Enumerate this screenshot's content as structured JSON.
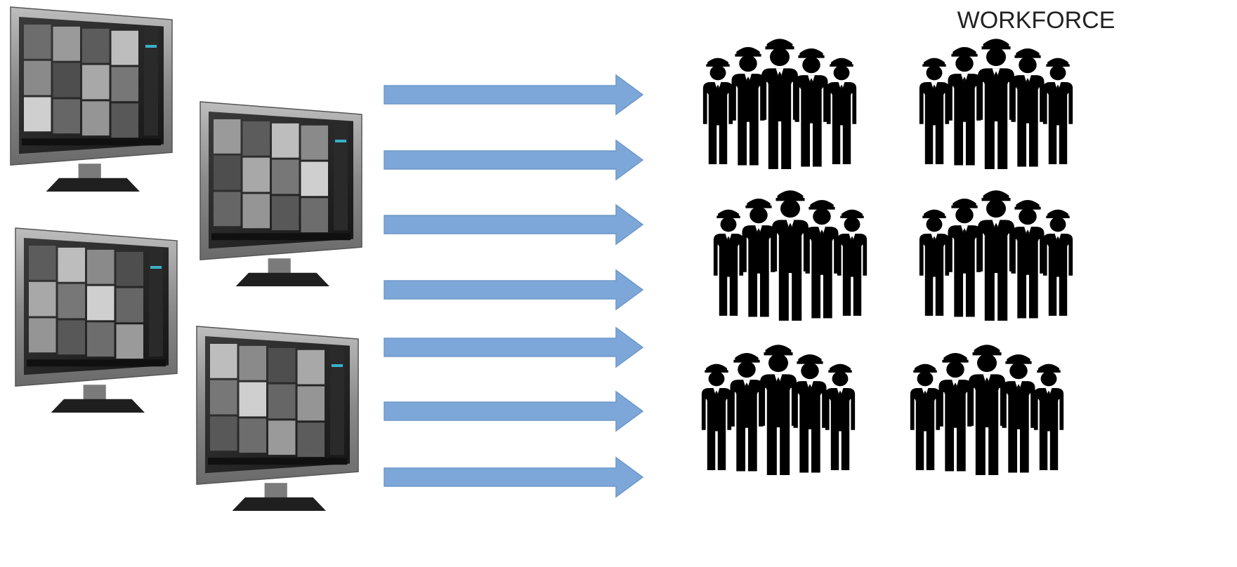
{
  "heading": "WORKFORCE",
  "monitor_count": 4,
  "arrow_count": 7,
  "guard_groups": 6,
  "guards_per_group": 5,
  "colors": {
    "arrow_fill": "#7da7d9",
    "arrow_stroke": "#6f98c9",
    "guard": "#000000",
    "monitor_bezel": "#8a8a8a",
    "monitor_stand": "#1f1f1f"
  },
  "icons": {
    "monitor": "cctv-monitor-icon",
    "arrow": "right-arrow-icon",
    "guard": "security-guard-icon"
  }
}
